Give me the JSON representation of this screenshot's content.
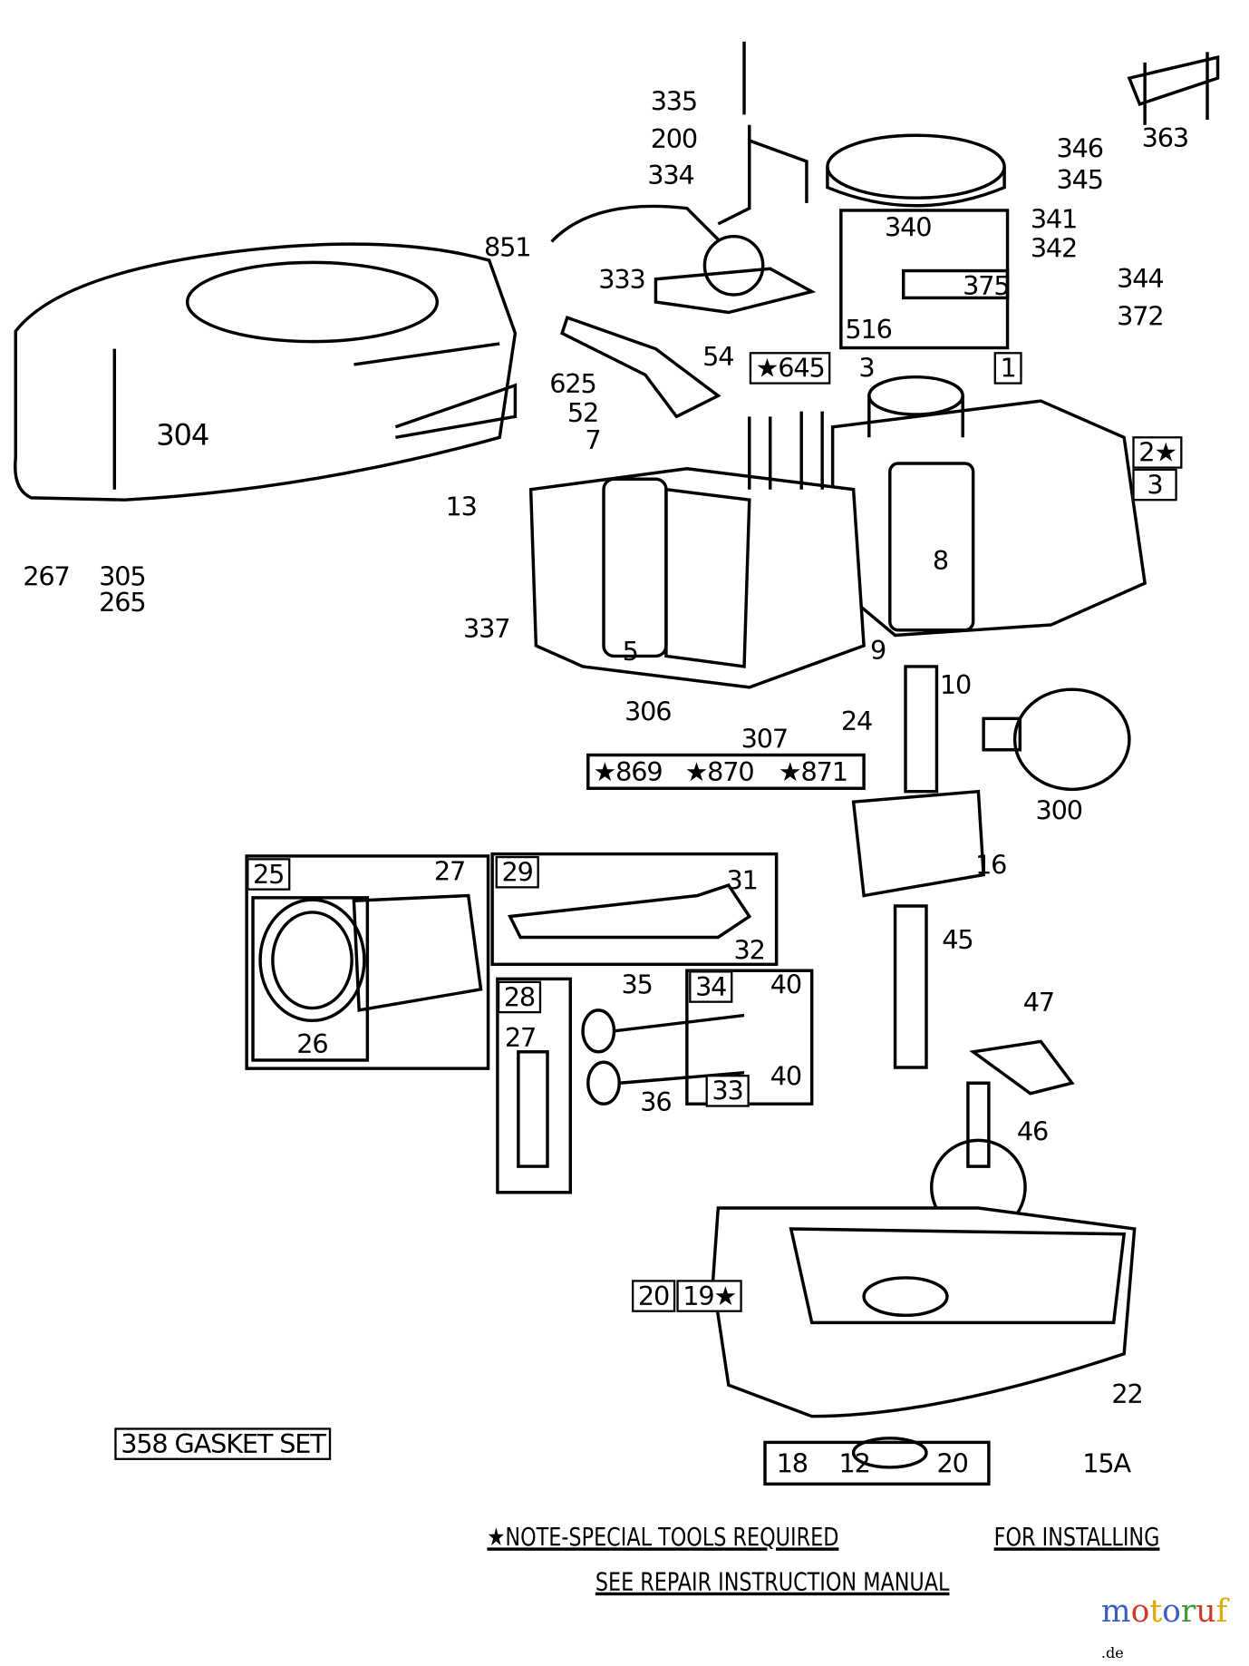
{
  "labels": {
    "p335": "335",
    "p200": "200",
    "p334": "334",
    "p851": "851",
    "p333": "333",
    "p346": "346",
    "p345": "345",
    "p363": "363",
    "p340": "340",
    "p341": "341",
    "p342": "342",
    "p375": "375",
    "p344": "344",
    "p372": "372",
    "p516": "516",
    "p54": "54",
    "p645": "★645",
    "p3a": "3",
    "p1": "1",
    "p625": "625",
    "p52": "52",
    "p7": "7",
    "p304": "304",
    "p2": "2★",
    "p3b": "3",
    "p13": "13",
    "p8": "8",
    "p267": "267",
    "p305": "305",
    "p265": "265",
    "p337": "337",
    "p9": "9",
    "p10": "10",
    "p5": "5",
    "p306": "306",
    "p307": "307",
    "p24": "24",
    "p869": "★869",
    "p870": "★870",
    "p871": "★871",
    "p300": "300",
    "p16": "16",
    "p25": "25",
    "p27a": "27",
    "p29": "29",
    "p31": "31",
    "p32": "32",
    "p45": "45",
    "p35": "35",
    "p34": "34",
    "p40a": "40",
    "p28": "28",
    "p27b": "27",
    "p47": "47",
    "p26": "26",
    "p40b": "40",
    "p33": "33",
    "p36": "36",
    "p46": "46",
    "p20a": "20",
    "p19": "19★",
    "p22": "22",
    "p358": "358 GASKET SET",
    "p18": "18",
    "p12": "12",
    "p20b": "20",
    "p15a": "15A"
  },
  "notes": {
    "line1a": "★NOTE-SPECIAL TOOLS REQUIRED",
    "line1b": "FOR INSTALLING",
    "line2": "SEE REPAIR INSTRUCTION MANUAL"
  },
  "watermark": {
    "text": "motoruf",
    "suffix": ".de",
    "colors": [
      "#3b5fc0",
      "#d03a2c",
      "#e0a800",
      "#3b5fc0",
      "#3a9a3a",
      "#d03a2c",
      "#e0a800"
    ]
  }
}
